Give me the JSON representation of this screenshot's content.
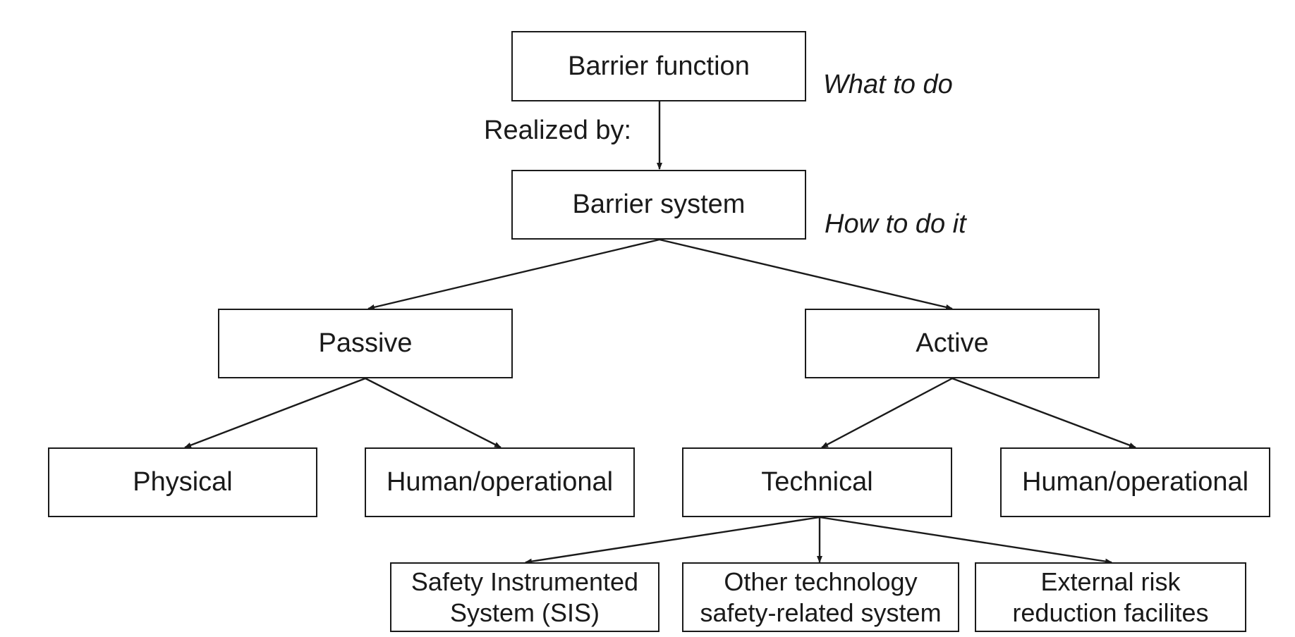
{
  "colors": {
    "stroke": "#1a1a1a",
    "background": "#ffffff"
  },
  "nodes": {
    "barrier_function": "Barrier function",
    "barrier_system": "Barrier system",
    "passive": "Passive",
    "active": "Active",
    "physical": "Physical",
    "passive_human_operational": "Human/operational",
    "technical": "Technical",
    "active_human_operational": "Human/operational",
    "sis": "Safety Instrumented\nSystem (SIS)",
    "other_technology": "Other technology\nsafety-related system",
    "external_risk": "External risk\nreduction facilites"
  },
  "annotations": {
    "what_to_do": "What to do",
    "how_to_do_it": "How to do it",
    "realized_by": "Realized by:"
  }
}
